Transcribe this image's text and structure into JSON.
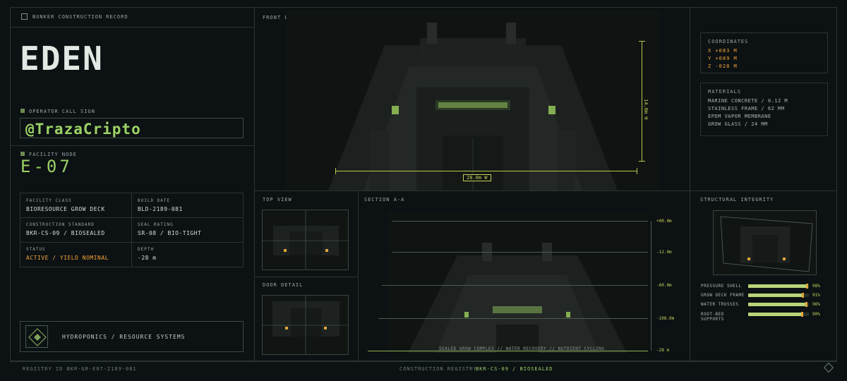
{
  "header": {
    "record_title": "BUNKER CONSTRUCTION RECORD"
  },
  "facility": {
    "name": "EDEN",
    "operator_label": "OPERATOR CALL SIGN",
    "operator_value": "@TrazaCripto",
    "node_label": "FACILITY NODE",
    "node_value": "E-07"
  },
  "specs": {
    "class_label": "FACILITY CLASS",
    "class_value": "BIORESOURCE GROW DECK",
    "build_label": "BUILD DATE",
    "build_value": "BLD-2189-081",
    "standard_label": "CONSTRUCTION STANDARD",
    "standard_value": "BKR-CS-09 / BIOSEALED",
    "seal_label": "SEAL RATING",
    "seal_value": "SR-08 / BIO-TIGHT",
    "status_label": "STATUS",
    "status_value": "ACTIVE / YIELD NOMINAL",
    "depth_label": "DEPTH",
    "depth_value": "-28 m"
  },
  "systems": {
    "label": "HYDROPONICS / RESOURCE SYSTEMS"
  },
  "views": {
    "front": "FRONT ELEVATION",
    "front_height": "14.0m H",
    "front_width": "28.0m W",
    "top": "TOP VIEW",
    "door": "DOOR DETAIL",
    "section": "SECTION A-A",
    "section_levels": [
      "+00.0m",
      "-12.0m",
      "-60.0m",
      "-108.0m",
      "-28 m"
    ],
    "section_caption": "SEALED GROW COMPLEX // WATER RECOVERY // NUTRIENT CYCLING"
  },
  "coordinates": {
    "label": "COORDINATES",
    "x": "X +083 M",
    "y": "Y +089 M",
    "z": "Z -028 M"
  },
  "materials": {
    "label": "MATERIALS",
    "items": [
      "MARINE CONCRETE / 0.12 M",
      "STAINLESS FRAME / 62 MM",
      "EPDM VAPOR MEMBRANE",
      "GROW GLASS / 24 MM"
    ]
  },
  "integrity": {
    "label": "STRUCTURAL INTEGRITY",
    "items": [
      {
        "name": "PRESSURE SHELL",
        "pct_label": "98%",
        "value": 0.98
      },
      {
        "name": "GROW DECK FRAME",
        "pct_label": "91%",
        "value": 0.91
      },
      {
        "name": "WATER TRUSSES",
        "pct_label": "96%",
        "value": 0.96
      },
      {
        "name": "ROOT-BED SUPPORTS",
        "pct_label": "90%",
        "value": 0.9
      }
    ]
  },
  "footer": {
    "registry_id": "REGISTRY ID  BKR-GR-E07-2189-081",
    "registry_label": "CONSTRUCTION REGISTRY",
    "registry_value": "BKR-CS-09 / BIOSEALED"
  },
  "colors": {
    "accent_green": "#9cd266",
    "accent_orange": "#f2a43a",
    "dim_yellow": "#c8d25a"
  }
}
